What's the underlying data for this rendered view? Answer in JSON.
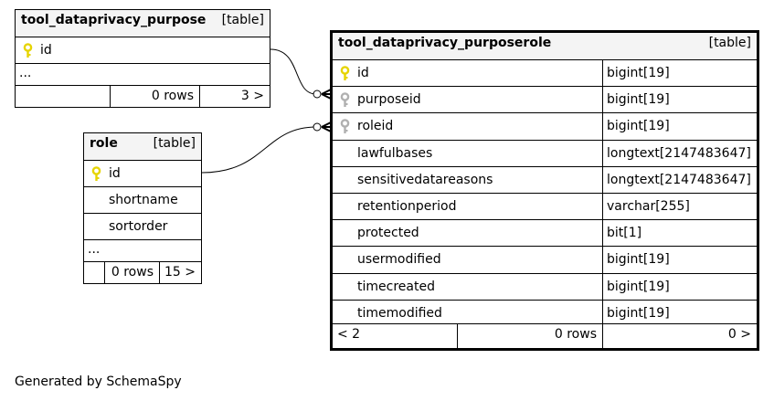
{
  "colors": {
    "primary_key": "#e6d400",
    "foreign_key": "#b0b0b0",
    "header_bg": "#f4f4f4",
    "line": "#000000"
  },
  "tables": {
    "purpose": {
      "name": "tool_dataprivacy_purpose",
      "kind": "[table]",
      "columns": [
        {
          "name": "id",
          "key": "primary-key-icon"
        }
      ],
      "more": "...",
      "footer": {
        "rows": "0 rows",
        "children": "3 >"
      }
    },
    "role": {
      "name": "role",
      "kind": "[table]",
      "columns": [
        {
          "name": "id",
          "key": "primary-key-icon"
        },
        {
          "name": "shortname"
        },
        {
          "name": "sortorder"
        }
      ],
      "more": "...",
      "footer": {
        "rows": "0 rows",
        "children": "15 >"
      }
    },
    "purposerole": {
      "name": "tool_dataprivacy_purposerole",
      "kind": "[table]",
      "columns": [
        {
          "name": "id",
          "type": "bigint[19]",
          "key": "primary-key-icon"
        },
        {
          "name": "purposeid",
          "type": "bigint[19]",
          "key": "foreign-key-icon"
        },
        {
          "name": "roleid",
          "type": "bigint[19]",
          "key": "foreign-key-icon"
        },
        {
          "name": "lawfulbases",
          "type": "longtext[2147483647]"
        },
        {
          "name": "sensitivedatareasons",
          "type": "longtext[2147483647]"
        },
        {
          "name": "retentionperiod",
          "type": "varchar[255]"
        },
        {
          "name": "protected",
          "type": "bit[1]"
        },
        {
          "name": "usermodified",
          "type": "bigint[19]"
        },
        {
          "name": "timecreated",
          "type": "bigint[19]"
        },
        {
          "name": "timemodified",
          "type": "bigint[19]"
        }
      ],
      "footer": {
        "parents": "< 2",
        "rows": "0 rows",
        "children": "0 >"
      }
    }
  },
  "credit": "Generated by SchemaSpy"
}
